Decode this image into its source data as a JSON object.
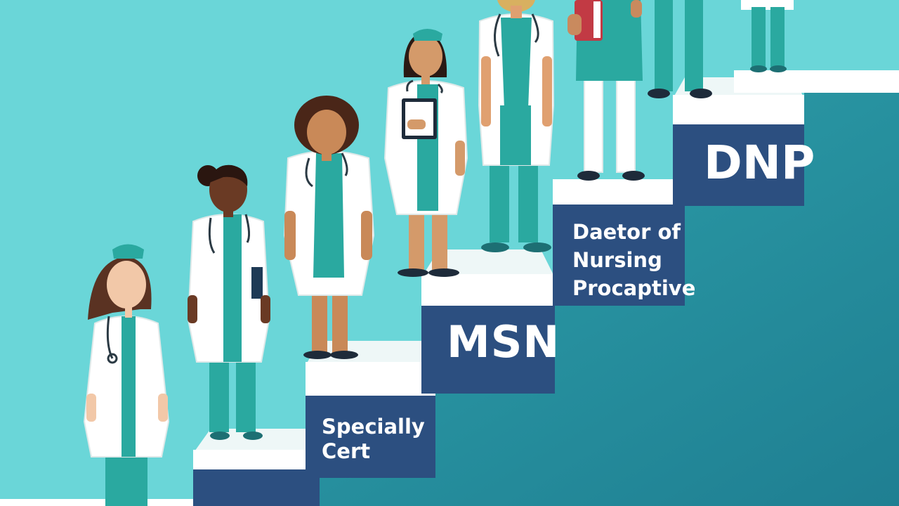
{
  "palette": {
    "background": "#6ad6d8",
    "step_face": "#ffffff",
    "step_block": "#2c4f80",
    "scrubs": "#2aa9a0",
    "coat": "#ffffff"
  },
  "steps": [
    {
      "label_lines": [
        "Specially",
        "Cert"
      ]
    },
    {
      "label_lines": [
        "MSN"
      ]
    },
    {
      "label_lines": [
        "Daetor of",
        "Nursing",
        "Procaptive"
      ]
    },
    {
      "label_lines": [
        "DNP"
      ]
    }
  ],
  "figures": [
    {
      "role": "nurse-1",
      "skin": "#f2c8a8",
      "hair": "#5a3222"
    },
    {
      "role": "nurse-2",
      "skin": "#6a3a24",
      "hair": "#2a1610"
    },
    {
      "role": "nurse-3",
      "skin": "#c98958",
      "hair": "#4a2618"
    },
    {
      "role": "nurse-4",
      "skin": "#d49a6a",
      "hair": "#2a1a14"
    },
    {
      "role": "nurse-5",
      "skin": "#e0a070",
      "hair": "#d8b060"
    },
    {
      "role": "nurse-6",
      "skin": "#c98a5e",
      "hair": "#3a2418"
    }
  ]
}
